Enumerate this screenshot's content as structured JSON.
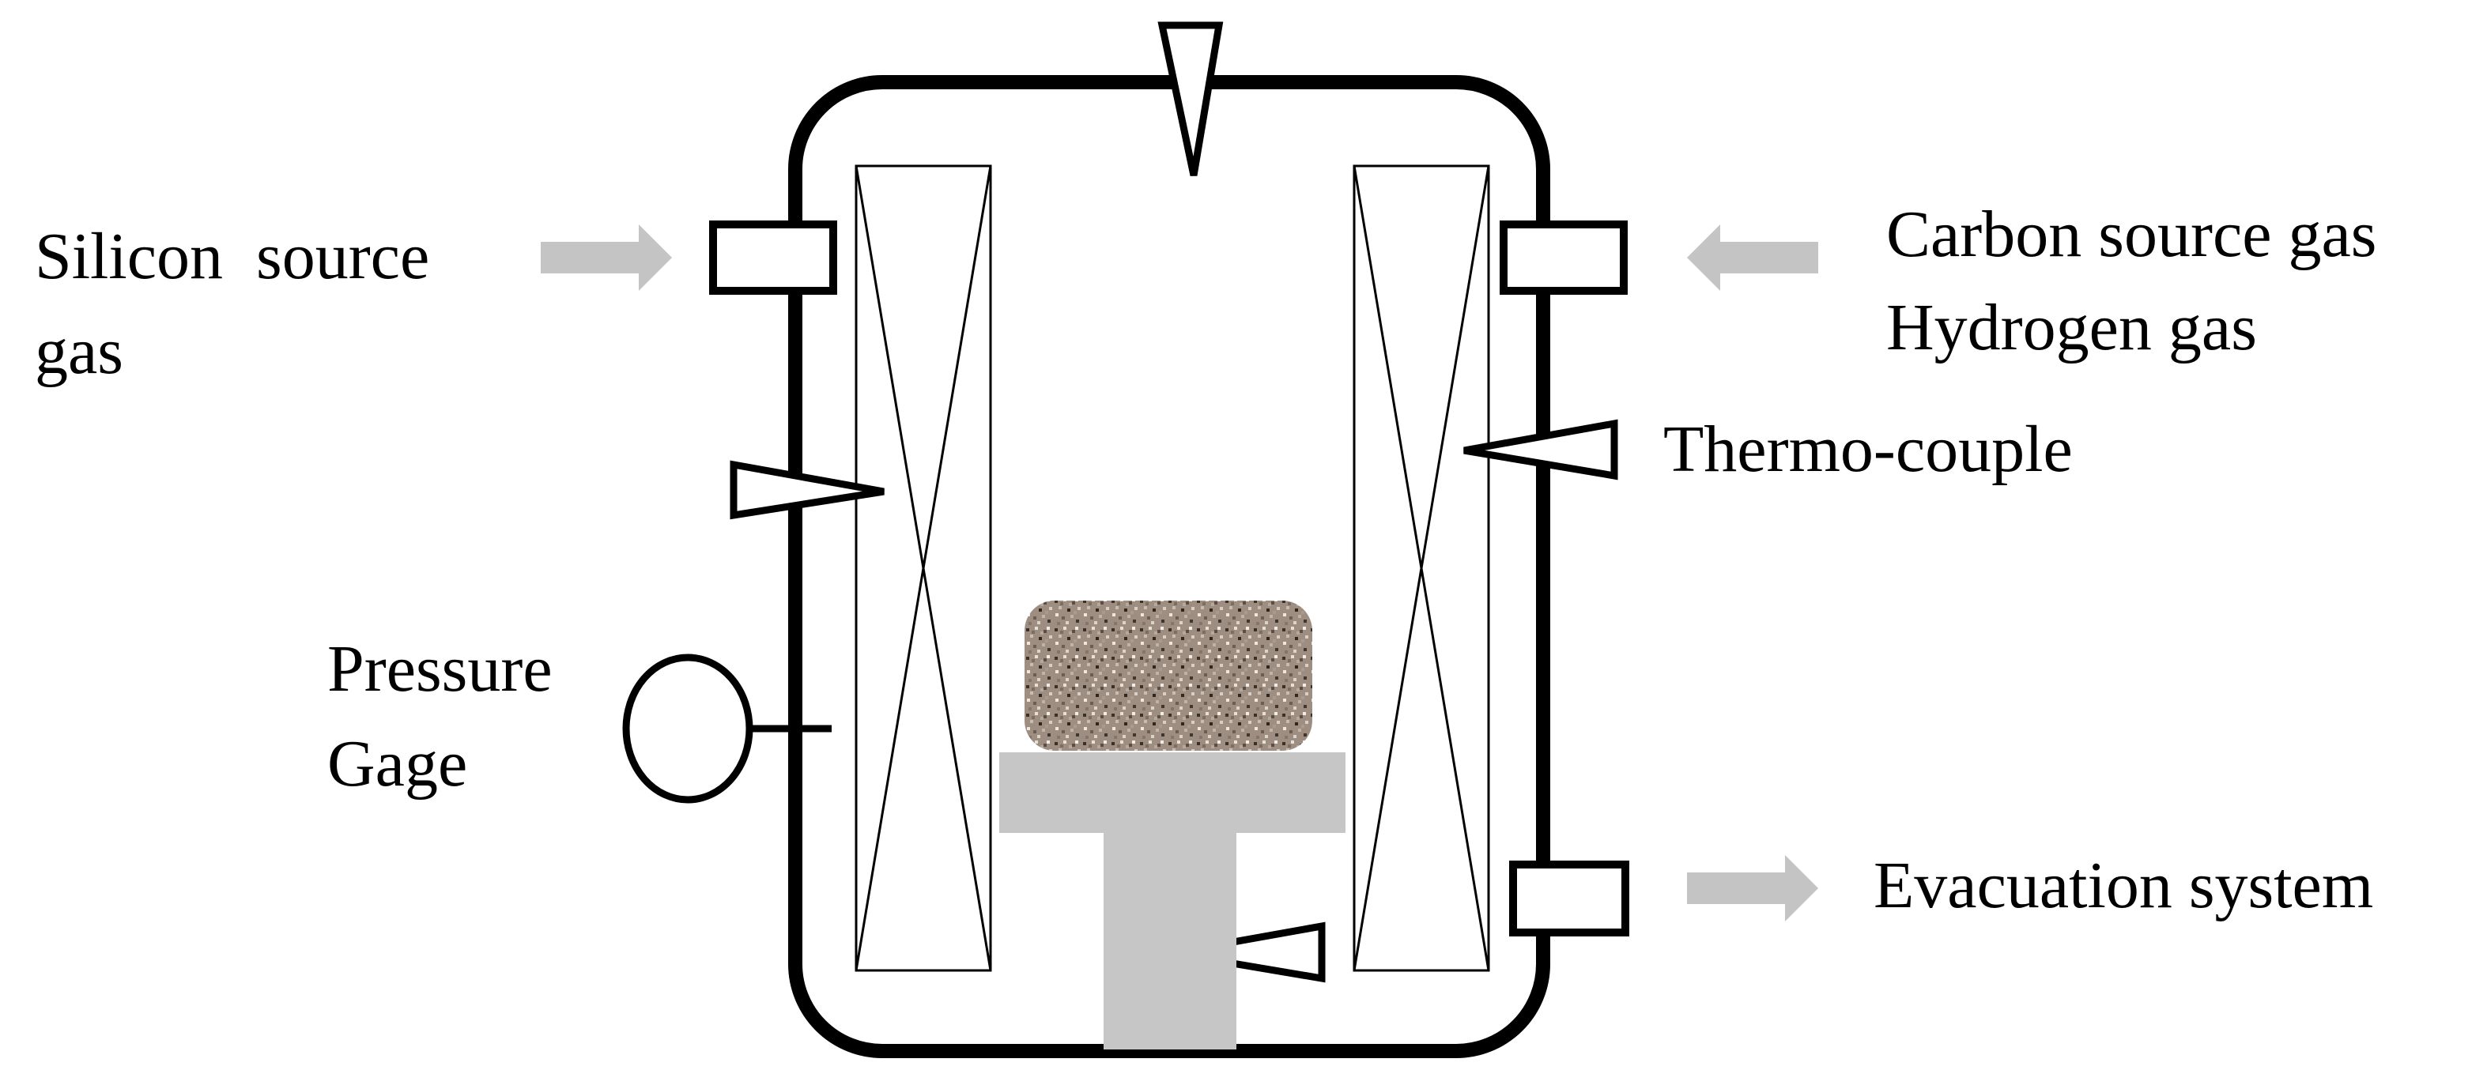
{
  "labels": {
    "silicon_source_line1": "Silicon  source",
    "silicon_source_line2": "gas",
    "carbon_source": "Carbon source gas",
    "hydrogen": "Hydrogen gas",
    "thermocouple": "Thermo-couple",
    "pressure_line1": "Pressure",
    "pressure_line2": "Gage",
    "evacuation": "Evacuation system"
  },
  "colors": {
    "outline": "#000000",
    "arrow": "#c4c4c4",
    "holder": "#c6c6c6",
    "sample": "#9c8c80"
  }
}
